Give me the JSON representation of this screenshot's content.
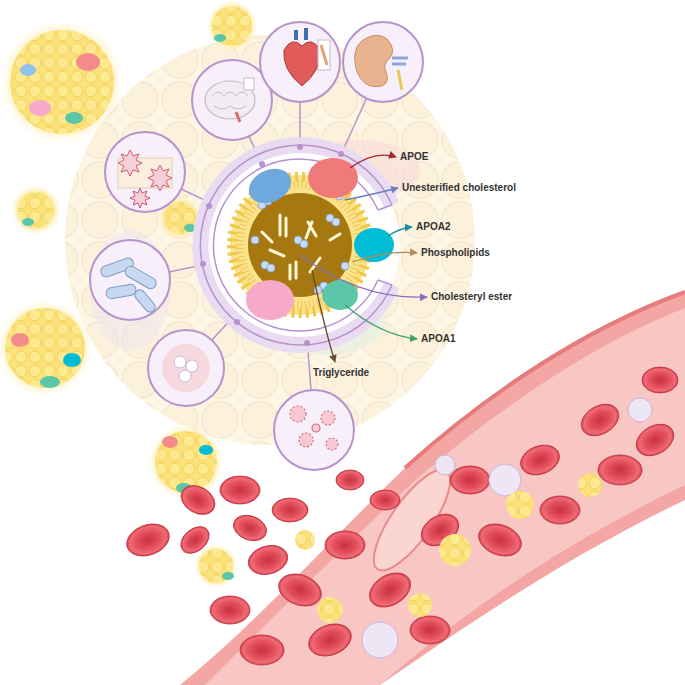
{
  "diagram": {
    "labels": [
      "APOE",
      "Unesterified cholesterol",
      "APOA2",
      "Phospholipids",
      "Cholesteryl ester",
      "APOA1",
      "Triglyceride"
    ]
  }
}
